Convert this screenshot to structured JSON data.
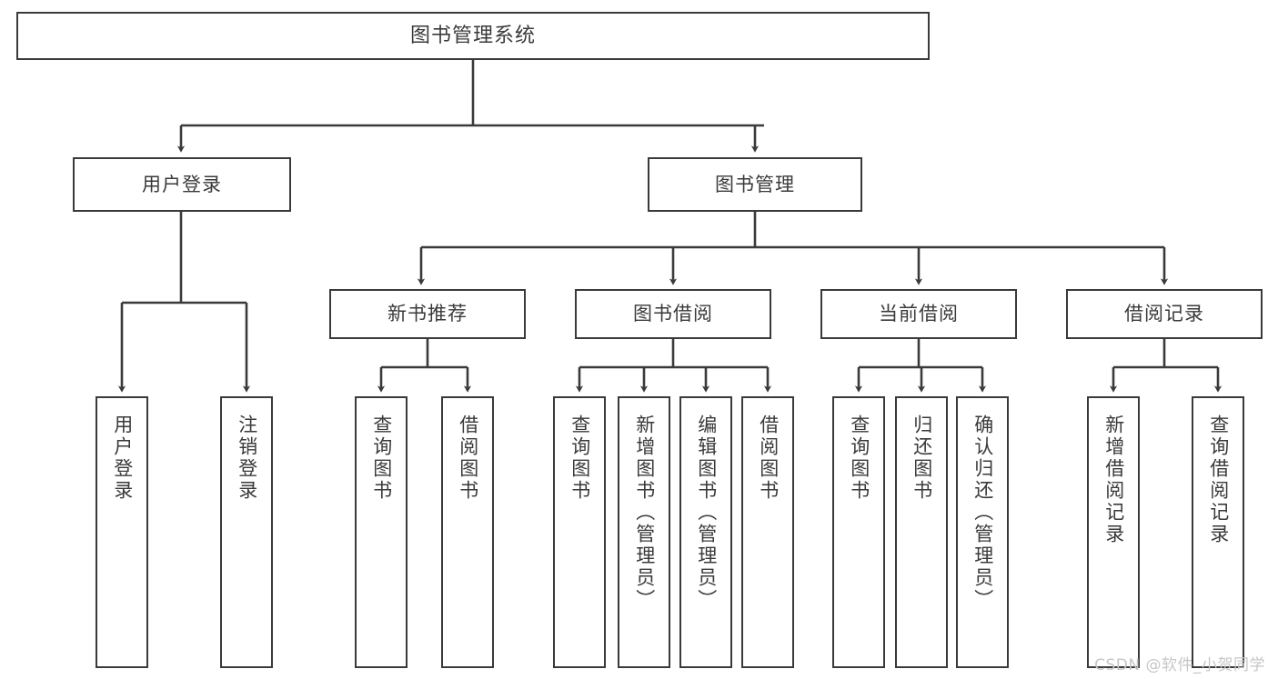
{
  "diagram": {
    "title": "图书管理系统",
    "type": "hierarchy-tree",
    "watermark": "CSDN @软件_小贺同学",
    "colors": {
      "stroke": "#3a3a3a",
      "fill": "#ffffff",
      "text": "#3a3a3a",
      "watermark": "#c6c6c6"
    },
    "levels": {
      "level0": [
        {
          "id": "root",
          "label": "图书管理系统"
        }
      ],
      "level1": [
        {
          "id": "user-login",
          "label": "用户登录"
        },
        {
          "id": "book-manage",
          "label": "图书管理"
        }
      ],
      "level2": [
        {
          "id": "new-book-recommend",
          "label": "新书推荐"
        },
        {
          "id": "book-borrow",
          "label": "图书借阅"
        },
        {
          "id": "current-borrow",
          "label": "当前借阅"
        },
        {
          "id": "borrow-record",
          "label": "借阅记录"
        }
      ],
      "level3": [
        {
          "id": "leaf-user-login",
          "label": "用户登录",
          "parent": "user-login"
        },
        {
          "id": "leaf-logout",
          "label": "注销登录",
          "parent": "user-login"
        },
        {
          "id": "leaf-query-book-1",
          "label": "查询图书",
          "parent": "new-book-recommend"
        },
        {
          "id": "leaf-borrow-book-1",
          "label": "借阅图书",
          "parent": "new-book-recommend"
        },
        {
          "id": "leaf-query-book-2",
          "label": "查询图书",
          "parent": "book-borrow"
        },
        {
          "id": "leaf-add-book",
          "label": "新增图书（管理员）",
          "parent": "book-borrow"
        },
        {
          "id": "leaf-edit-book",
          "label": "编辑图书（管理员）",
          "parent": "book-borrow"
        },
        {
          "id": "leaf-borrow-book-2",
          "label": "借阅图书",
          "parent": "book-borrow"
        },
        {
          "id": "leaf-query-book-3",
          "label": "查询图书",
          "parent": "current-borrow"
        },
        {
          "id": "leaf-return-book",
          "label": "归还图书",
          "parent": "current-borrow"
        },
        {
          "id": "leaf-confirm-return",
          "label": "确认归还（管理员）",
          "parent": "current-borrow"
        },
        {
          "id": "leaf-add-record",
          "label": "新增借阅记录",
          "parent": "borrow-record"
        },
        {
          "id": "leaf-query-record",
          "label": "查询借阅记录",
          "parent": "borrow-record"
        }
      ]
    }
  }
}
